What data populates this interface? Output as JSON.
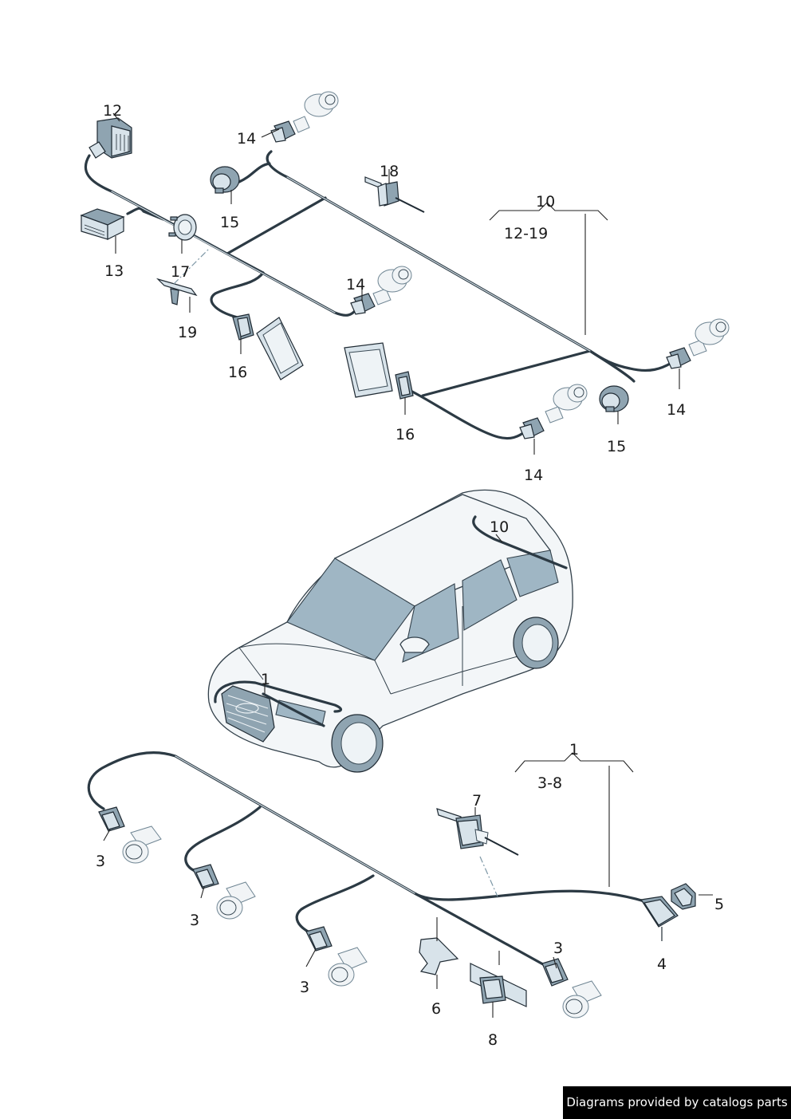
{
  "callouts": {
    "c12": "12",
    "c13": "13",
    "c14a": "14",
    "c14b": "14",
    "c14c": "14",
    "c14d": "14",
    "c15a": "15",
    "c15b": "15",
    "c16a": "16",
    "c16b": "16",
    "c17": "17",
    "c18": "18",
    "c19": "19",
    "c10_top": "10",
    "c10_range": "12-19",
    "c10_car": "10",
    "c1_car": "1",
    "c1_top": "1",
    "c1_range": "3-8",
    "c3a": "3",
    "c3b": "3",
    "c3c": "3",
    "c3d": "3",
    "c4": "4",
    "c5": "5",
    "c6": "6",
    "c7": "7",
    "c8": "8"
  },
  "footer": {
    "credit": "Diagrams provided by catalogs parts"
  },
  "colors": {
    "wire": "#2c3a44",
    "part": "#d8e3ea",
    "glass": "#9fb6c4",
    "footer_bg": "#000000"
  }
}
